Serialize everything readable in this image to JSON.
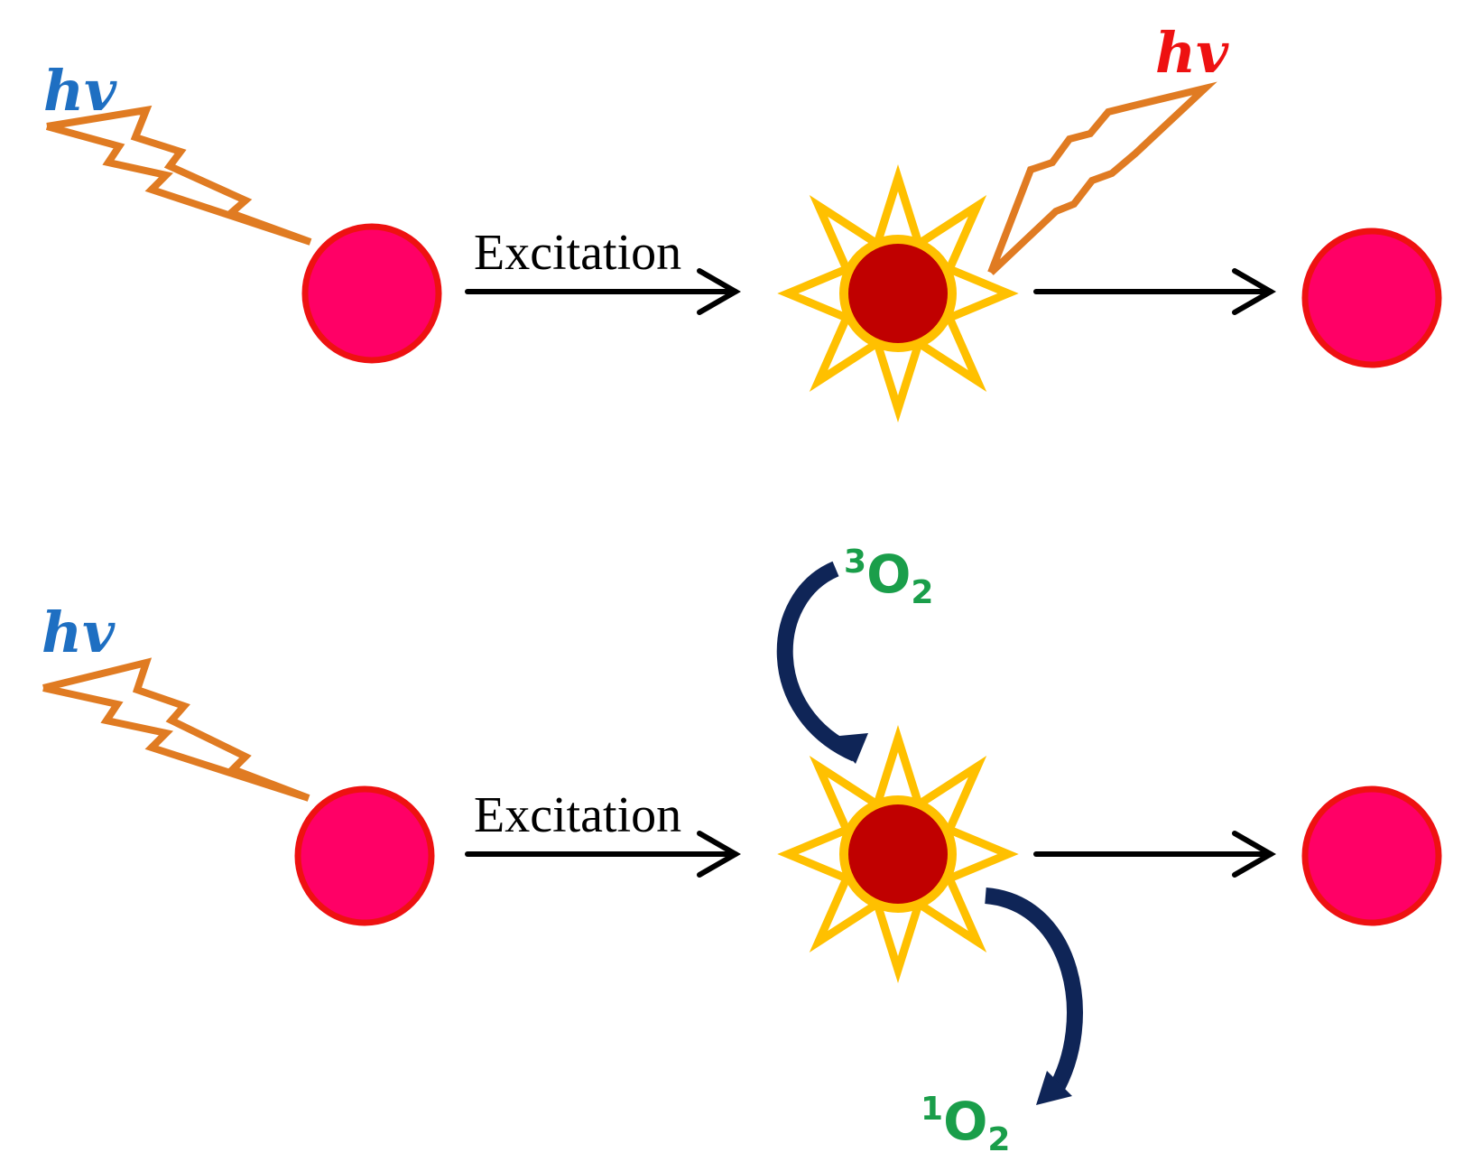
{
  "colors": {
    "background": "#ffffff",
    "hv_incoming": "#1e6fc2",
    "hv_emitted": "#ee1111",
    "lightning": "#e07b22",
    "ground_state_fill": "#ff0066",
    "ground_state_stroke": "#ee1111",
    "excited_core": "#c00000",
    "excited_star": "#ffc000",
    "arrow": "#000000",
    "oxygen_curve": "#0f2557",
    "oxygen_text": "#1a9e4a"
  },
  "icons": [
    "lightning-bolt-icon",
    "ground-state-circle-icon",
    "excited-state-star-icon",
    "arrow-icon",
    "curved-arrow-icon"
  ],
  "top_row": {
    "incoming_light": "hv",
    "arrow_label": "Excitation",
    "emitted_light": "hv"
  },
  "bottom_row": {
    "incoming_light": "hv",
    "arrow_label": "Excitation",
    "oxygen_in": {
      "superscript": "3",
      "base": "O",
      "subscript": "2"
    },
    "oxygen_out": {
      "superscript": "1",
      "base": "O",
      "subscript": "2"
    }
  }
}
